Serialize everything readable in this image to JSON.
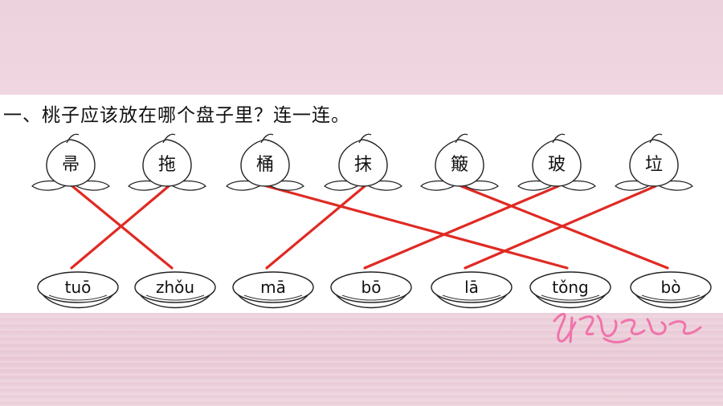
{
  "instruction": "一、桃子应该放在哪个盘子里？连一连。",
  "peaches": [
    "帚",
    "拖",
    "桶",
    "抹",
    "簸",
    "玻",
    "垃"
  ],
  "plates": [
    "tuō",
    "zhǒu",
    "mā",
    "bō",
    "lā",
    "tǒng",
    "bò"
  ],
  "connections": [
    {
      "peach": 0,
      "plate": 1
    },
    {
      "peach": 1,
      "plate": 0
    },
    {
      "peach": 2,
      "plate": 5
    },
    {
      "peach": 3,
      "plate": 2
    },
    {
      "peach": 4,
      "plate": 6
    },
    {
      "peach": 5,
      "plate": 3
    },
    {
      "peach": 6,
      "plate": 4
    }
  ],
  "colors": {
    "line": "#e02a23",
    "band": "#efd5df",
    "sheet": "#ffffff"
  },
  "watermark_icon": "handwritten-signature-icon"
}
